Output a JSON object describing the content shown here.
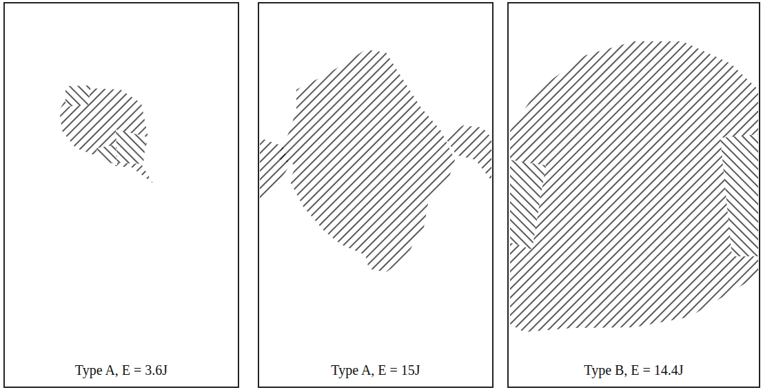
{
  "diagram": {
    "nodes": [
      {
        "text": [
          "Type A, E = 3.6J"
        ]
      },
      {
        "text": [
          "Type A, E = 15J"
        ]
      },
      {
        "text": [
          "Type B, E = 14.4J"
        ]
      }
    ]
  }
}
